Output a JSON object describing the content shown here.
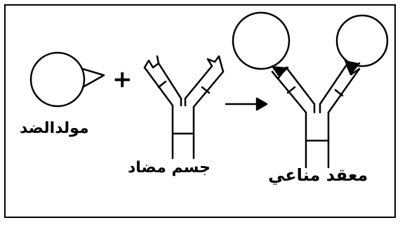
{
  "diagram": {
    "labels": {
      "antigen": "مولدالضد",
      "antibody": "جسم مضاد",
      "immune_complex": "معقد مناعي",
      "plus": "+"
    },
    "colors": {
      "stroke": "#000000",
      "background": "#ffffff",
      "frame": "#000000"
    }
  }
}
